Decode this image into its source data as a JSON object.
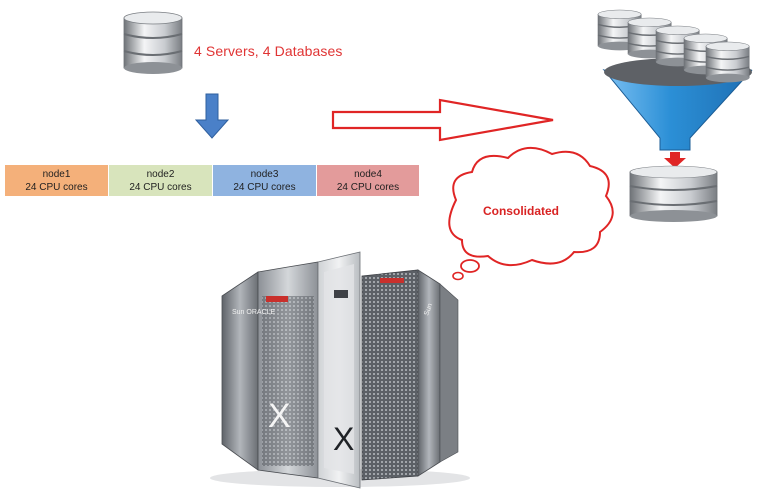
{
  "diagram": {
    "top_label": "4 Servers, 4 Databases",
    "nodes": [
      {
        "name": "node1",
        "cores": "24 CPU cores",
        "color": "#f4b07a"
      },
      {
        "name": "node2",
        "cores": "24 CPU cores",
        "color": "#d8e4bc"
      },
      {
        "name": "node3",
        "cores": "24 CPU cores",
        "color": "#8fb3e0"
      },
      {
        "name": "node4",
        "cores": "24 CPU cores",
        "color": "#e39b9b"
      }
    ],
    "cloud_label": "Consolidated",
    "colors": {
      "text_red": "#e03434",
      "arrow_blue": "#4a80c8",
      "funnel_blue": "#3b95d8",
      "arrow_red": "#e02525"
    },
    "rack_logo": "Sun ORACLE",
    "rack_mark": "X",
    "icons": [
      "database-icon",
      "database-funnel-icon",
      "down-arrow-icon",
      "right-arrow-icon",
      "thought-cloud-icon",
      "server-rack-illustration"
    ]
  }
}
